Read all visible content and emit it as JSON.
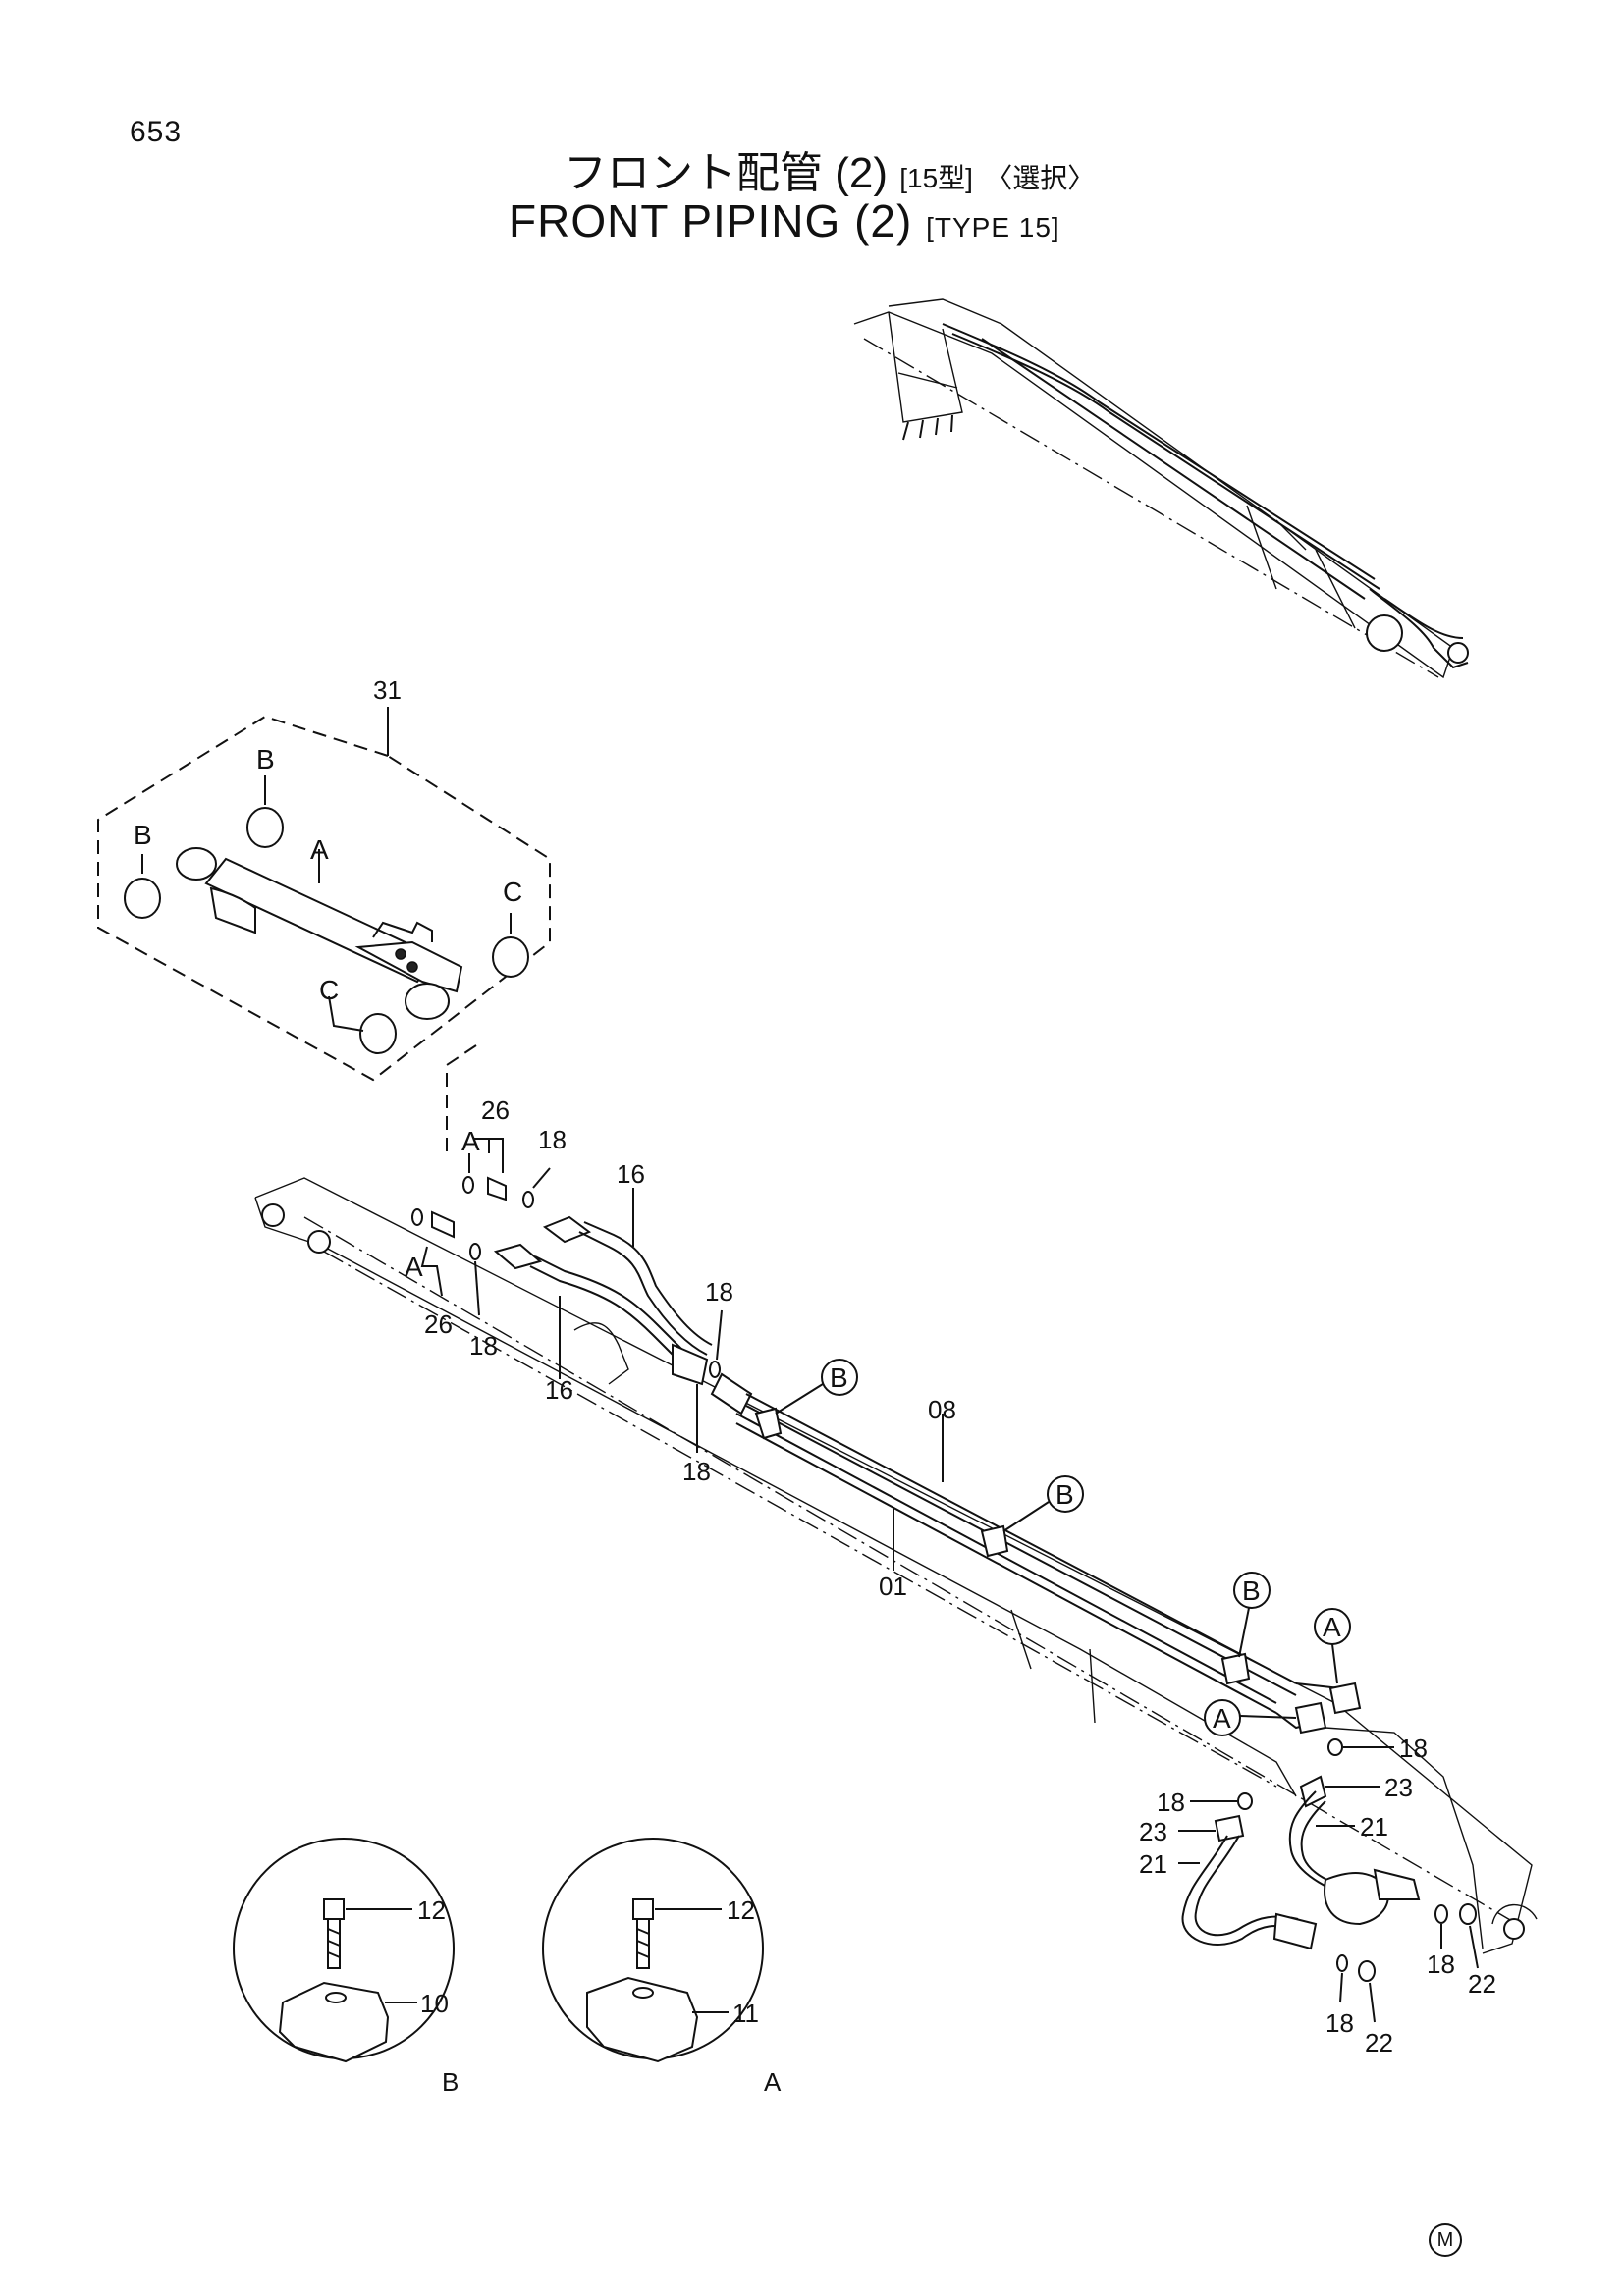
{
  "page_number": "653",
  "title_jp": {
    "main": "フロント配管 (2)",
    "type": "[15型]",
    "option": "〈選択〉"
  },
  "title_en": {
    "main": "FRONT PIPING (2)",
    "type": "[TYPE 15]"
  },
  "part_labels": {
    "p31": "31",
    "p26a": "26",
    "p26b": "26",
    "p18a": "18",
    "p18b": "18",
    "p18c": "18",
    "p18d": "18",
    "p18e": "18",
    "p18f": "18",
    "p18g": "18",
    "p18h": "18",
    "p16a": "16",
    "p16b": "16",
    "p08": "08",
    "p01": "01",
    "p23a": "23",
    "p23b": "23",
    "p21a": "21",
    "p21b": "21",
    "p22a": "22",
    "p22b": "22",
    "p12a": "12",
    "p12b": "12",
    "p10": "10",
    "p11": "11"
  },
  "ref_labels": {
    "cyl_A": "A",
    "cyl_B1": "B",
    "cyl_B2": "B",
    "cyl_C1": "C",
    "cyl_C2": "C",
    "fit_A1": "A",
    "fit_A2": "A",
    "clamp_B1": "B",
    "clamp_B2": "B",
    "clamp_B3": "B",
    "clamp_A1": "A",
    "clamp_A2": "A",
    "detail_B": "B",
    "detail_A": "A"
  },
  "footer_mark": "M"
}
